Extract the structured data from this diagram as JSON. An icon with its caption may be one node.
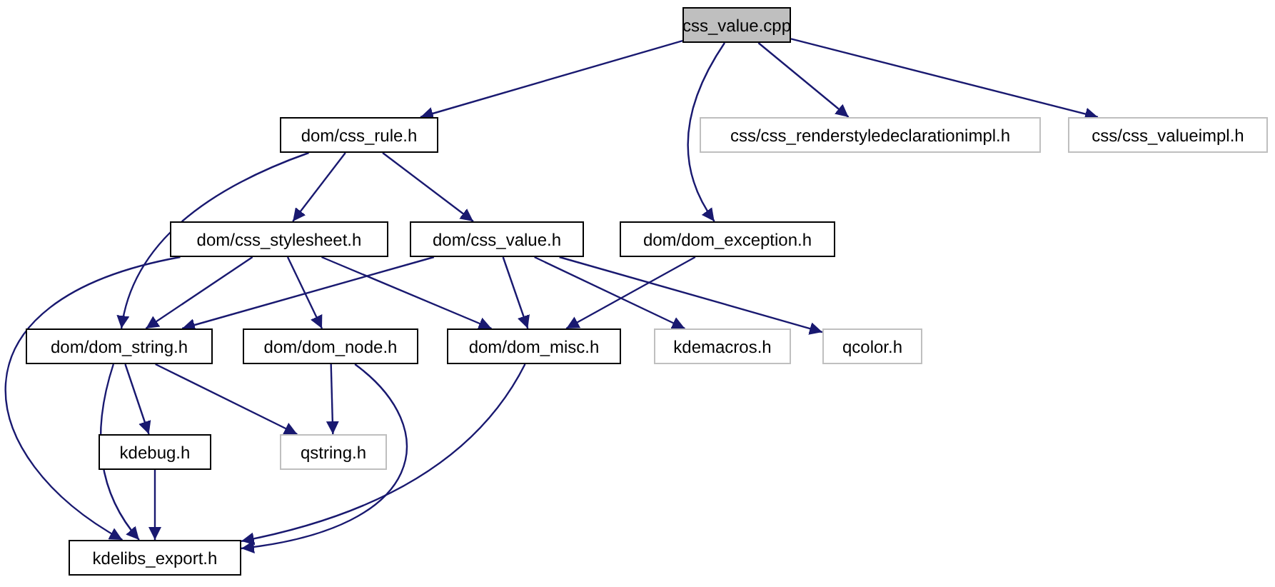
{
  "diagram": {
    "nodes": [
      {
        "text": [
          "css_value.cpp"
        ]
      },
      {
        "text": [
          "dom/css_rule.h"
        ]
      },
      {
        "text": [
          "css/css_renderstyledeclarationimpl.h"
        ]
      },
      {
        "text": [
          "css/css_valueimpl.h"
        ]
      },
      {
        "text": [
          "dom/css_stylesheet.h"
        ]
      },
      {
        "text": [
          "dom/css_value.h"
        ]
      },
      {
        "text": [
          "dom/dom_exception.h"
        ]
      },
      {
        "text": [
          "dom/dom_string.h"
        ]
      },
      {
        "text": [
          "dom/dom_node.h"
        ]
      },
      {
        "text": [
          "dom/dom_misc.h"
        ]
      },
      {
        "text": [
          "kdemacros.h"
        ]
      },
      {
        "text": [
          "qcolor.h"
        ]
      },
      {
        "text": [
          "kdebug.h"
        ]
      },
      {
        "text": [
          "qstring.h"
        ]
      },
      {
        "text": [
          "kdelibs_export.h"
        ]
      }
    ],
    "edges": [
      {
        "from": 0,
        "to": 1,
        "arrow": "to"
      },
      {
        "from": 0,
        "to": 6,
        "arrow": "to"
      },
      {
        "from": 0,
        "to": 2,
        "arrow": "to"
      },
      {
        "from": 0,
        "to": 3,
        "arrow": "to"
      },
      {
        "from": 1,
        "to": 7,
        "arrow": "to"
      },
      {
        "from": 1,
        "to": 4,
        "arrow": "to"
      },
      {
        "from": 1,
        "to": 5,
        "arrow": "to"
      },
      {
        "from": 4,
        "to": 14,
        "arrow": "to"
      },
      {
        "from": 4,
        "to": 7,
        "arrow": "to"
      },
      {
        "from": 4,
        "to": 8,
        "arrow": "to"
      },
      {
        "from": 4,
        "to": 9,
        "arrow": "to"
      },
      {
        "from": 5,
        "to": 7,
        "arrow": "to"
      },
      {
        "from": 5,
        "to": 9,
        "arrow": "to"
      },
      {
        "from": 5,
        "to": 10,
        "arrow": "to"
      },
      {
        "from": 5,
        "to": 11,
        "arrow": "to"
      },
      {
        "from": 6,
        "to": 9,
        "arrow": "to"
      },
      {
        "from": 7,
        "to": 14,
        "arrow": "to"
      },
      {
        "from": 7,
        "to": 12,
        "arrow": "to"
      },
      {
        "from": 7,
        "to": 13,
        "arrow": "to"
      },
      {
        "from": 8,
        "to": 13,
        "arrow": "to"
      },
      {
        "from": 8,
        "to": 14,
        "arrow": "to"
      },
      {
        "from": 9,
        "to": 14,
        "arrow": "to"
      },
      {
        "from": 12,
        "to": 14,
        "arrow": "to"
      }
    ]
  }
}
